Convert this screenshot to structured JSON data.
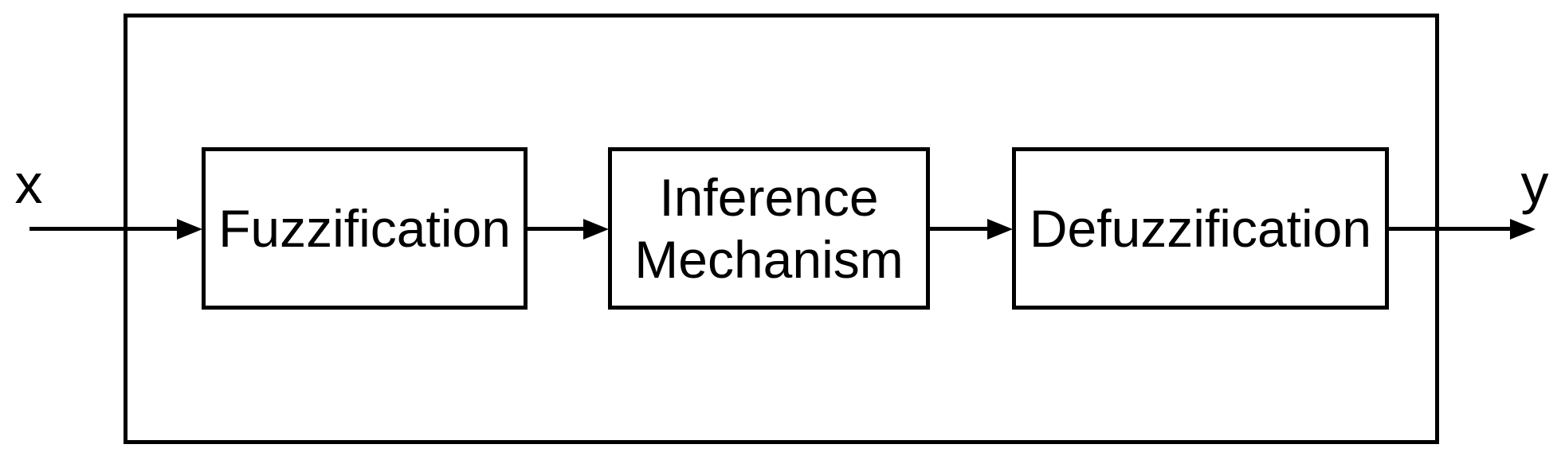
{
  "diagram": {
    "title_implied": "Fuzzy system block diagram",
    "input_label": "x",
    "output_label": "y",
    "blocks": [
      {
        "id": "fuzzification",
        "label": "Fuzzification"
      },
      {
        "id": "inference-mechanism",
        "label_line1": "Inference",
        "label_line2": "Mechanism"
      },
      {
        "id": "defuzzification",
        "label": "Defuzzification"
      }
    ],
    "flow": [
      "x",
      "Fuzzification",
      "Inference Mechanism",
      "Defuzzification",
      "y"
    ],
    "colors": {
      "stroke": "#000000",
      "background": "#ffffff"
    }
  }
}
